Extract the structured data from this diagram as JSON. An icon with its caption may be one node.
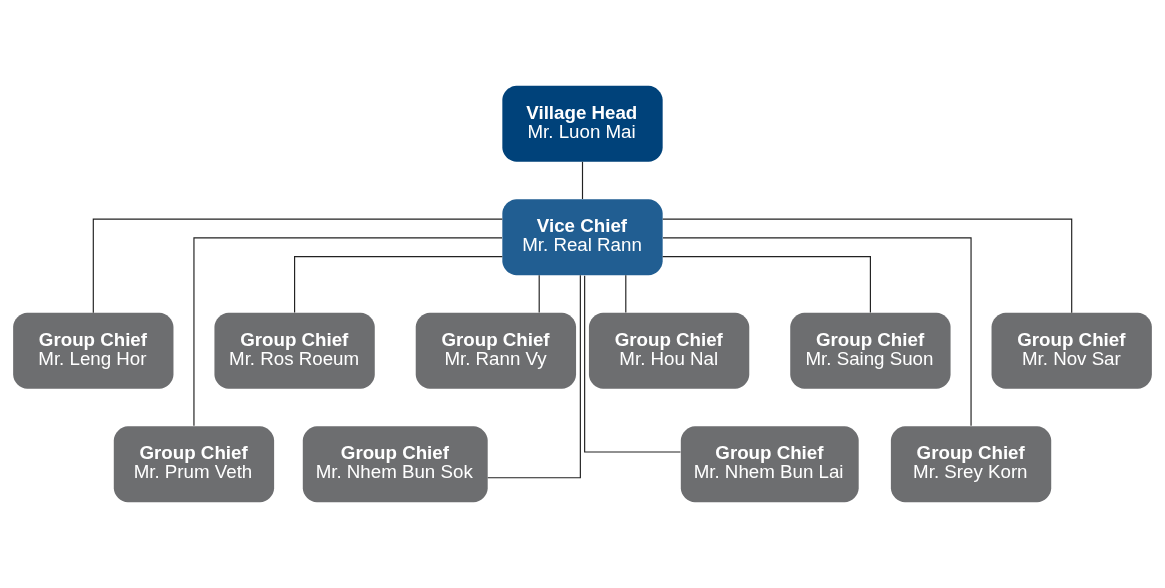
{
  "diagram": {
    "nodes": [
      {
        "text": [
          "Village Head",
          "Mr. Luon Mai"
        ]
      },
      {
        "text": [
          "Vice Chief",
          "Mr. Real Rann"
        ]
      },
      {
        "text": [
          "Group Chief",
          "Mr. Leng Hor"
        ]
      },
      {
        "text": [
          "Group Chief",
          "Mr. Ros Roeum"
        ]
      },
      {
        "text": [
          "Group Chief",
          "Mr. Rann Vy"
        ]
      },
      {
        "text": [
          "Group Chief",
          "Mr. Hou Nal"
        ]
      },
      {
        "text": [
          "Group Chief",
          "Mr. Saing Suon"
        ]
      },
      {
        "text": [
          "Group Chief",
          "Mr. Nov Sar"
        ]
      },
      {
        "text": [
          "Group Chief",
          "Mr. Prum Veth"
        ]
      },
      {
        "text": [
          "Group Chief",
          "Mr. Nhem Bun Sok"
        ]
      },
      {
        "text": [
          "Group Chief",
          "Mr. Nhem Bun Lai"
        ]
      },
      {
        "text": [
          "Group Chief",
          "Mr. Srey Korn"
        ]
      }
    ],
    "edges": [
      {
        "from": 0,
        "to": 1,
        "arrow": "none"
      },
      {
        "from": 1,
        "to": 2,
        "arrow": "none"
      },
      {
        "from": 1,
        "to": 3,
        "arrow": "none"
      },
      {
        "from": 1,
        "to": 4,
        "arrow": "none"
      },
      {
        "from": 1,
        "to": 5,
        "arrow": "none"
      },
      {
        "from": 1,
        "to": 6,
        "arrow": "none"
      },
      {
        "from": 1,
        "to": 7,
        "arrow": "none"
      },
      {
        "from": 1,
        "to": 8,
        "arrow": "none"
      },
      {
        "from": 1,
        "to": 9,
        "arrow": "none"
      },
      {
        "from": 1,
        "to": 10,
        "arrow": "none"
      },
      {
        "from": 1,
        "to": 11,
        "arrow": "none"
      }
    ]
  }
}
